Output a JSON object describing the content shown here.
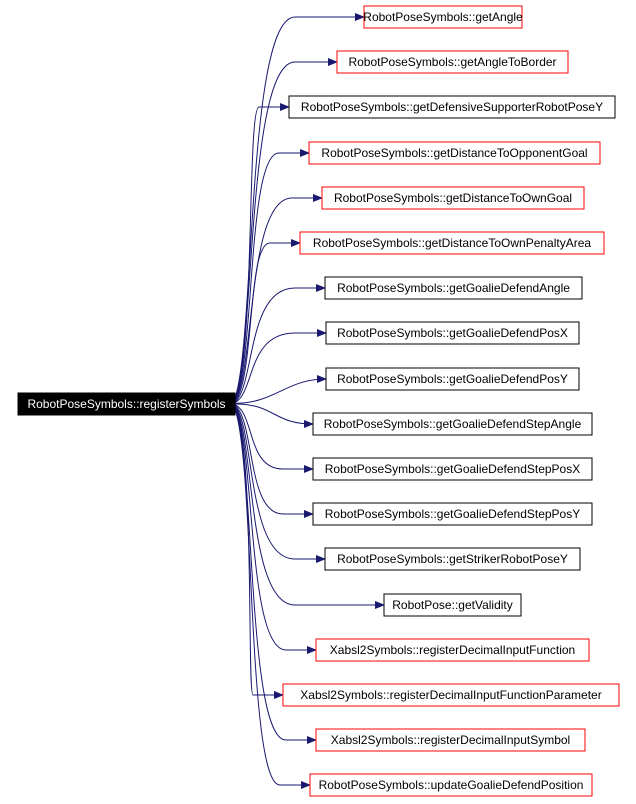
{
  "colors": {
    "edge": "#191970",
    "documented_border": "#ff0000",
    "plain_border": "#000000",
    "root_fill": "#000000",
    "root_text": "#ffffff",
    "node_fill": "#ffffff",
    "node_text": "#000000"
  },
  "root": {
    "label": "RobotPoseSymbols::registerSymbols"
  },
  "callees": [
    {
      "label": "RobotPoseSymbols::getAngle",
      "linked": true
    },
    {
      "label": "RobotPoseSymbols::getAngleToBorder",
      "linked": true
    },
    {
      "label": "RobotPoseSymbols::getDefensiveSupporterRobotPoseY",
      "linked": false
    },
    {
      "label": "RobotPoseSymbols::getDistanceToOpponentGoal",
      "linked": true
    },
    {
      "label": "RobotPoseSymbols::getDistanceToOwnGoal",
      "linked": true
    },
    {
      "label": "RobotPoseSymbols::getDistanceToOwnPenaltyArea",
      "linked": true
    },
    {
      "label": "RobotPoseSymbols::getGoalieDefendAngle",
      "linked": false
    },
    {
      "label": "RobotPoseSymbols::getGoalieDefendPosX",
      "linked": false
    },
    {
      "label": "RobotPoseSymbols::getGoalieDefendPosY",
      "linked": false
    },
    {
      "label": "RobotPoseSymbols::getGoalieDefendStepAngle",
      "linked": false
    },
    {
      "label": "RobotPoseSymbols::getGoalieDefendStepPosX",
      "linked": false
    },
    {
      "label": "RobotPoseSymbols::getGoalieDefendStepPosY",
      "linked": false
    },
    {
      "label": "RobotPoseSymbols::getStrikerRobotPoseY",
      "linked": false
    },
    {
      "label": "RobotPose::getValidity",
      "linked": false
    },
    {
      "label": "Xabsl2Symbols::registerDecimalInputFunction",
      "linked": true
    },
    {
      "label": "Xabsl2Symbols::registerDecimalInputFunctionParameter",
      "linked": true
    },
    {
      "label": "Xabsl2Symbols::registerDecimalInputSymbol",
      "linked": true
    },
    {
      "label": "RobotPoseSymbols::updateGoalieDefendPosition",
      "linked": true
    }
  ]
}
